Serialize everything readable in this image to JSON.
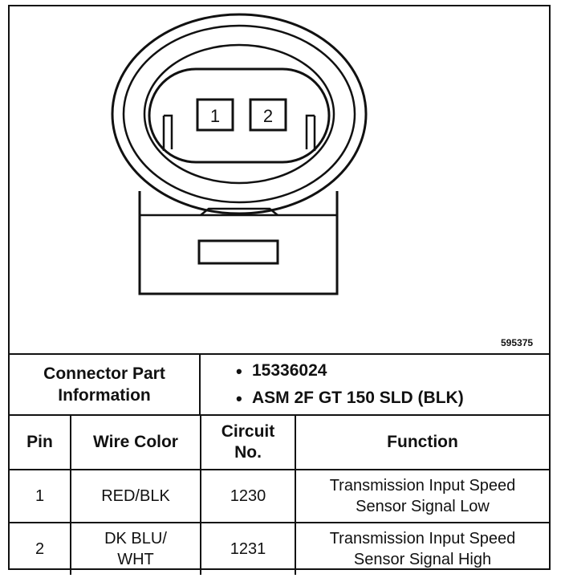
{
  "figure_number": "595375",
  "connector": {
    "pin_labels": [
      "1",
      "2"
    ]
  },
  "part_info": {
    "label_lines": [
      "Connector Part",
      "Information"
    ],
    "part_numbers": [
      "15336024",
      "ASM 2F GT 150 SLD (BLK)"
    ]
  },
  "pin_table": {
    "headers": {
      "pin": "Pin",
      "wire_color": "Wire Color",
      "circuit_line1": "Circuit",
      "circuit_line2": "No.",
      "function": "Function"
    },
    "rows": [
      {
        "pin": "1",
        "wire_color": [
          "RED/BLK"
        ],
        "circuit": "1230",
        "function": [
          "Transmission Input Speed",
          "Sensor Signal Low"
        ]
      },
      {
        "pin": "2",
        "wire_color": [
          "DK BLU/",
          "WHT"
        ],
        "circuit": "1231",
        "function": [
          "Transmission Input Speed",
          "Sensor Signal High"
        ]
      }
    ]
  }
}
